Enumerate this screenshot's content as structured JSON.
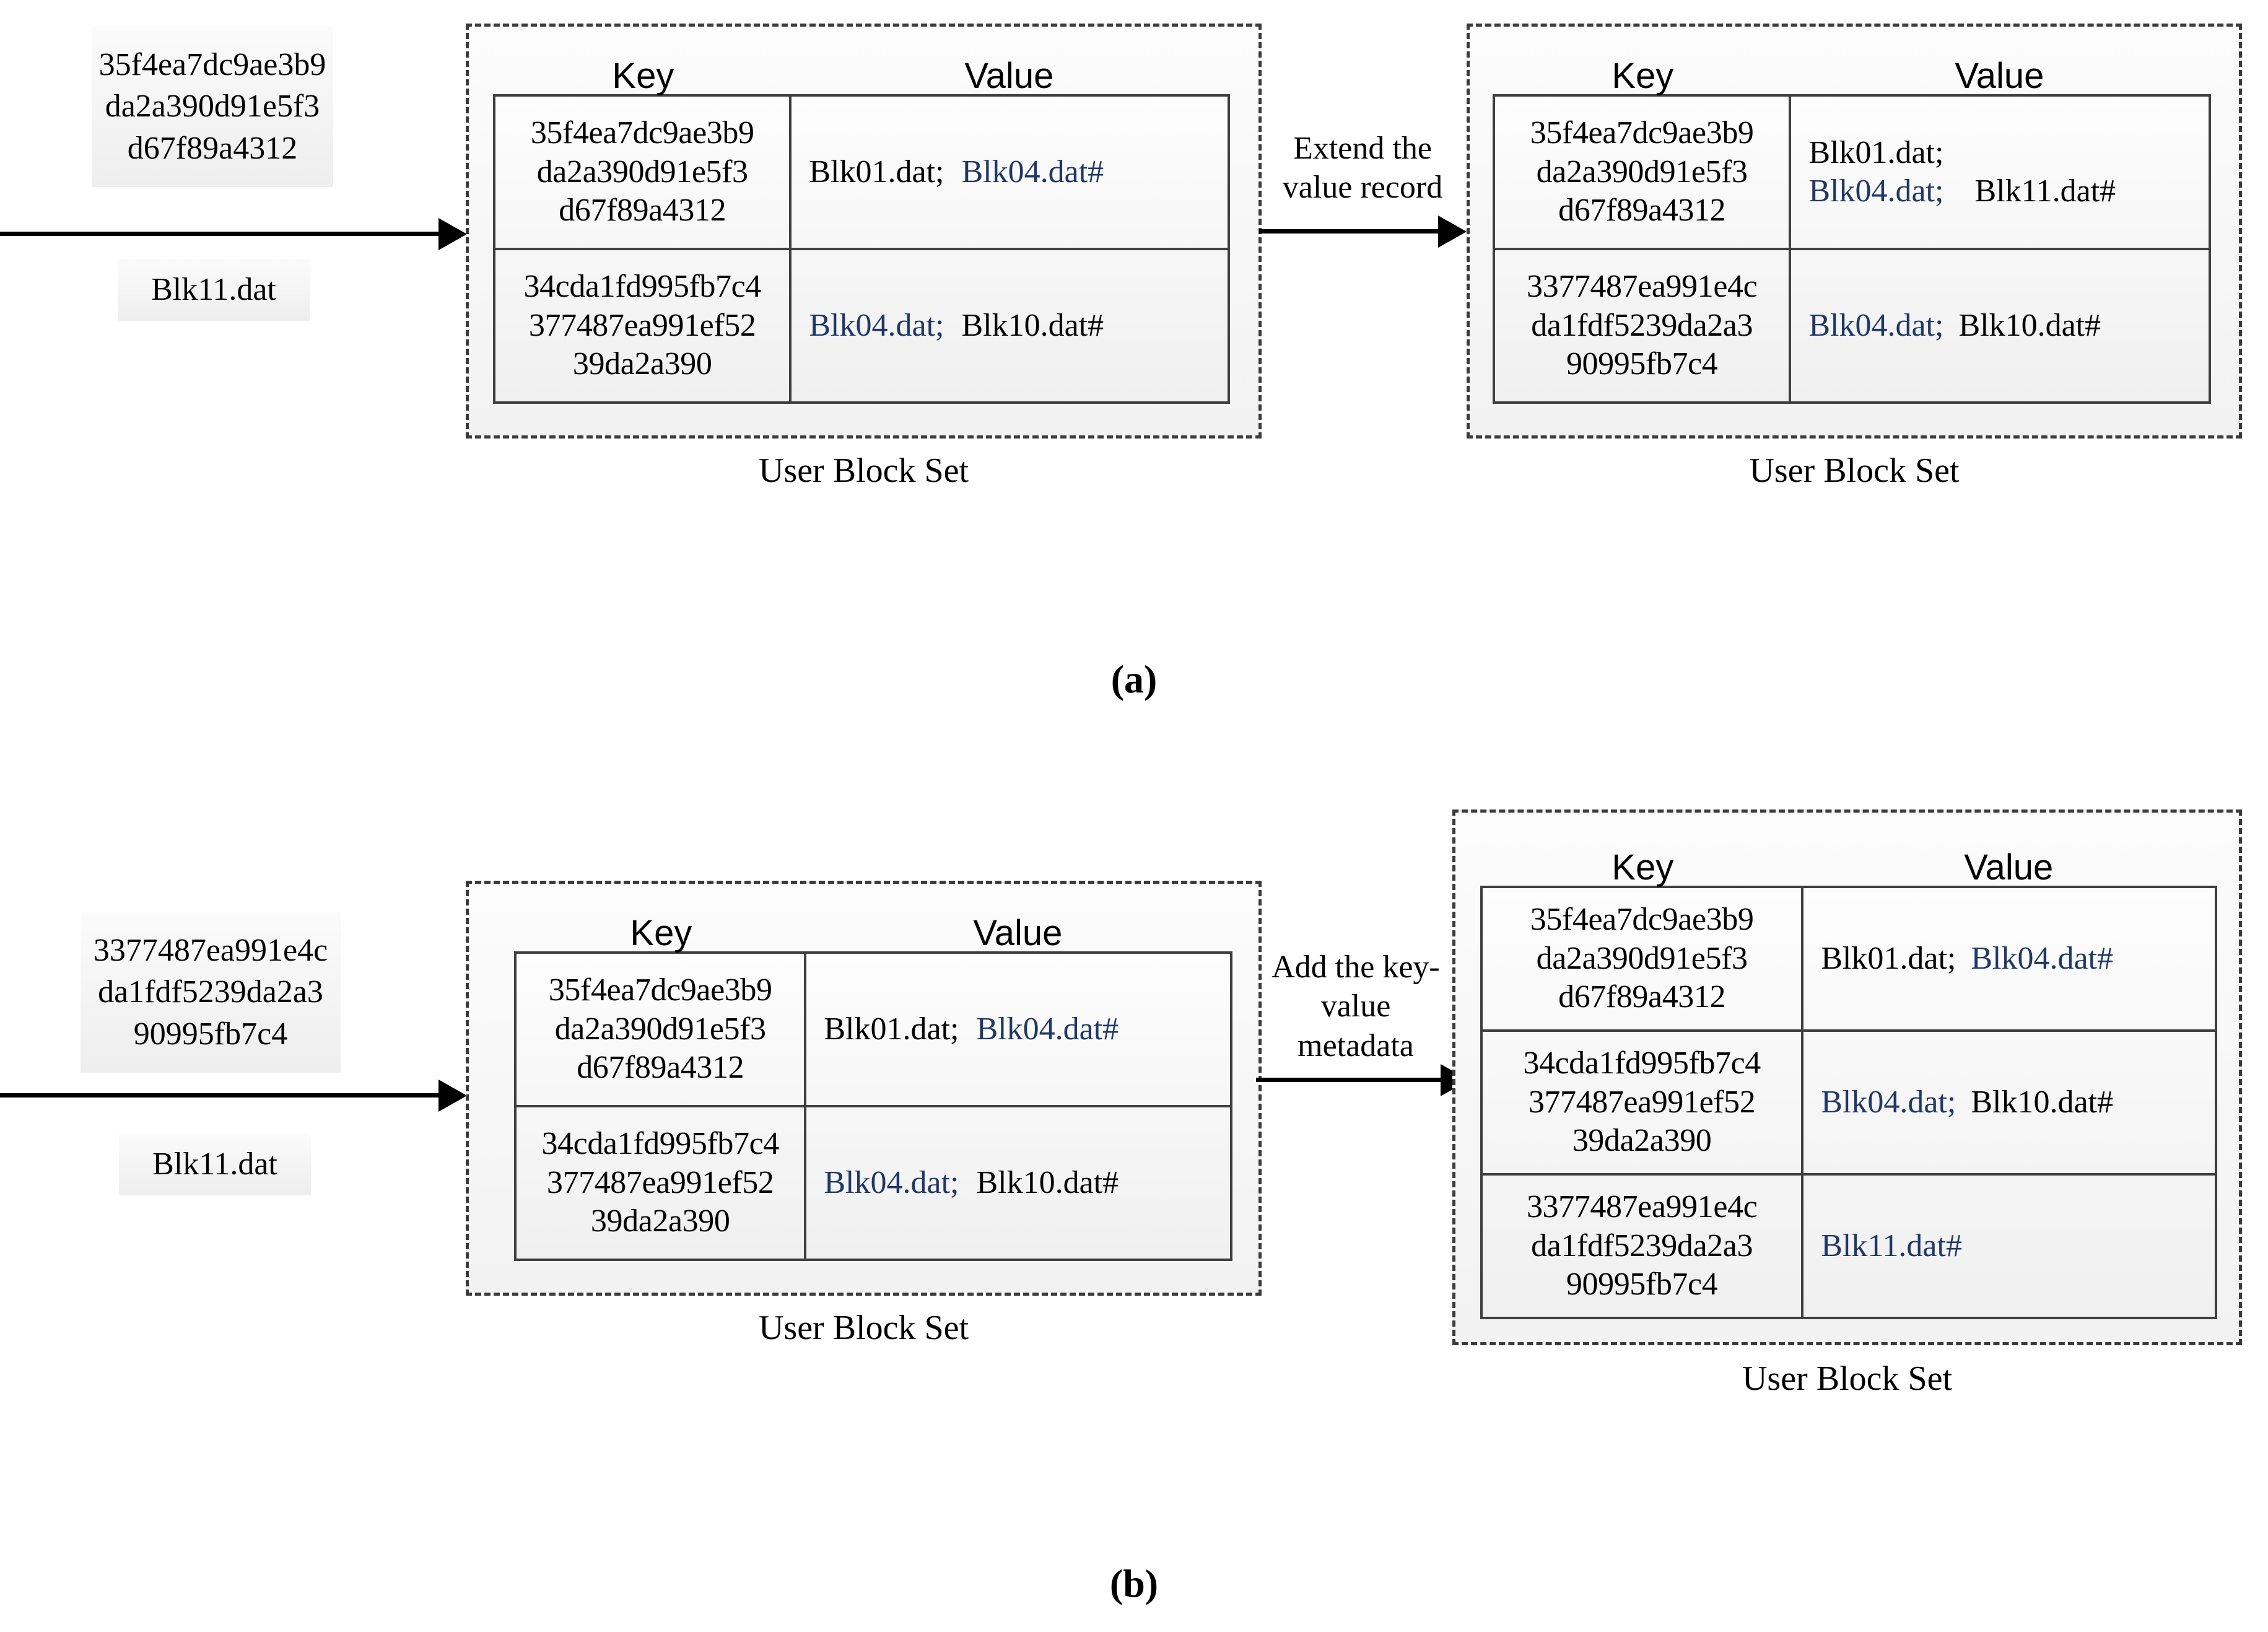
{
  "figure": {
    "panels": [
      {
        "id": "a",
        "caption": "(a)",
        "input": {
          "key_chip": "35f4ea7dc9ae3b9da2a390d91e5f3d67f89a4312",
          "key_chip_lines": [
            "35f4ea7dc9ae3b9",
            "da2a390d91e5f3",
            "d67f89a4312"
          ],
          "value_chip": "Blk11.dat"
        },
        "transition_label": "Extend the value record",
        "transition_label_lines": [
          "Extend the",
          "value record"
        ],
        "before": {
          "set_label": "User Block Set",
          "columns": [
            "Key",
            "Value"
          ],
          "rows": [
            {
              "key_lines": [
                "35f4ea7dc9ae3b9",
                "da2a390d91e5f3",
                "d67f89a4312"
              ],
              "value_segments": [
                {
                  "text": "Blk01.dat;",
                  "color": "black"
                },
                {
                  "text": "Blk04.dat#",
                  "color": "blue"
                }
              ]
            },
            {
              "key_lines": [
                "34cda1fd995fb7c4",
                "377487ea991ef52",
                "39da2a390"
              ],
              "value_segments": [
                {
                  "text": "Blk04.dat;",
                  "color": "blue"
                },
                {
                  "text": "Blk10.dat#",
                  "color": "black"
                }
              ]
            }
          ]
        },
        "after": {
          "set_label": "User Block Set",
          "columns": [
            "Key",
            "Value"
          ],
          "rows": [
            {
              "key_lines": [
                "35f4ea7dc9ae3b9",
                "da2a390d91e5f3",
                "d67f89a4312"
              ],
              "value_lines": [
                [
                  {
                    "text": "Blk01.dat;",
                    "color": "black"
                  }
                ],
                [
                  {
                    "text": "Blk04.dat;",
                    "color": "blue"
                  },
                  {
                    "text": "Blk11.dat#",
                    "color": "black"
                  }
                ]
              ]
            },
            {
              "key_lines": [
                "3377487ea991e4c",
                "da1fdf5239da2a3",
                "90995fb7c4"
              ],
              "value_lines": [
                [
                  {
                    "text": "Blk04.dat;",
                    "color": "blue"
                  },
                  {
                    "text": "Blk10.dat#",
                    "color": "black"
                  }
                ]
              ]
            }
          ]
        }
      },
      {
        "id": "b",
        "caption": "(b)",
        "input": {
          "key_chip": "3377487ea991e4cda1fdf5239da2a390995fb7c4",
          "key_chip_lines": [
            "3377487ea991e4c",
            "da1fdf5239da2a3",
            "90995fb7c4"
          ],
          "value_chip": "Blk11.dat"
        },
        "transition_label": "Add the key-value metadata",
        "transition_label_lines": [
          "Add the key-",
          "value",
          "metadata"
        ],
        "before": {
          "set_label": "User Block Set",
          "columns": [
            "Key",
            "Value"
          ],
          "rows": [
            {
              "key_lines": [
                "35f4ea7dc9ae3b9",
                "da2a390d91e5f3",
                "d67f89a4312"
              ],
              "value_segments": [
                {
                  "text": "Blk01.dat;",
                  "color": "black"
                },
                {
                  "text": "Blk04.dat#",
                  "color": "blue"
                }
              ]
            },
            {
              "key_lines": [
                "34cda1fd995fb7c4",
                "377487ea991ef52",
                "39da2a390"
              ],
              "value_segments": [
                {
                  "text": "Blk04.dat;",
                  "color": "blue"
                },
                {
                  "text": "Blk10.dat#",
                  "color": "black"
                }
              ]
            }
          ]
        },
        "after": {
          "set_label": "User Block Set",
          "columns": [
            "Key",
            "Value"
          ],
          "rows": [
            {
              "key_lines": [
                "35f4ea7dc9ae3b9",
                "da2a390d91e5f3",
                "d67f89a4312"
              ],
              "value_segments": [
                {
                  "text": "Blk01.dat;",
                  "color": "black"
                },
                {
                  "text": "Blk04.dat#",
                  "color": "blue"
                }
              ]
            },
            {
              "key_lines": [
                "34cda1fd995fb7c4",
                "377487ea991ef52",
                "39da2a390"
              ],
              "value_segments": [
                {
                  "text": "Blk04.dat;",
                  "color": "blue"
                },
                {
                  "text": "Blk10.dat#",
                  "color": "black"
                }
              ]
            },
            {
              "key_lines": [
                "3377487ea991e4c",
                "da1fdf5239da2a3",
                "90995fb7c4"
              ],
              "value_segments": [
                {
                  "text": "Blk11.dat#",
                  "color": "blue"
                }
              ]
            }
          ]
        }
      }
    ],
    "colors": {
      "highlight_blue": "#1f3864",
      "text_black": "#000000",
      "border_gray": "#3f3f3f",
      "dashed_gray": "#3a3a3a"
    }
  }
}
